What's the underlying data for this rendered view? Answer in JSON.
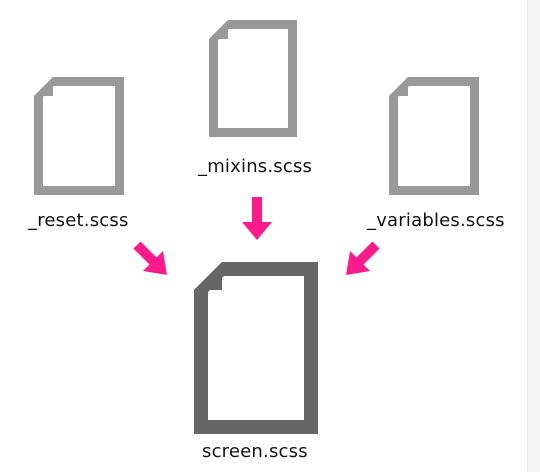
{
  "diagram": {
    "files": {
      "mixins": {
        "name": "_mixins.scss"
      },
      "reset": {
        "name": "_reset.scss"
      },
      "variables": {
        "name": "_variables.scss"
      },
      "screen": {
        "name": "screen.scss"
      }
    }
  },
  "colors": {
    "partial_file": "#999999",
    "output_file": "#666666",
    "arrow": "#ff1a8c",
    "text": "#111111",
    "page_edge": "#f3f3f3"
  },
  "icons": {
    "partial": "document-icon",
    "output": "document-icon",
    "arrow": "arrow-icon"
  }
}
